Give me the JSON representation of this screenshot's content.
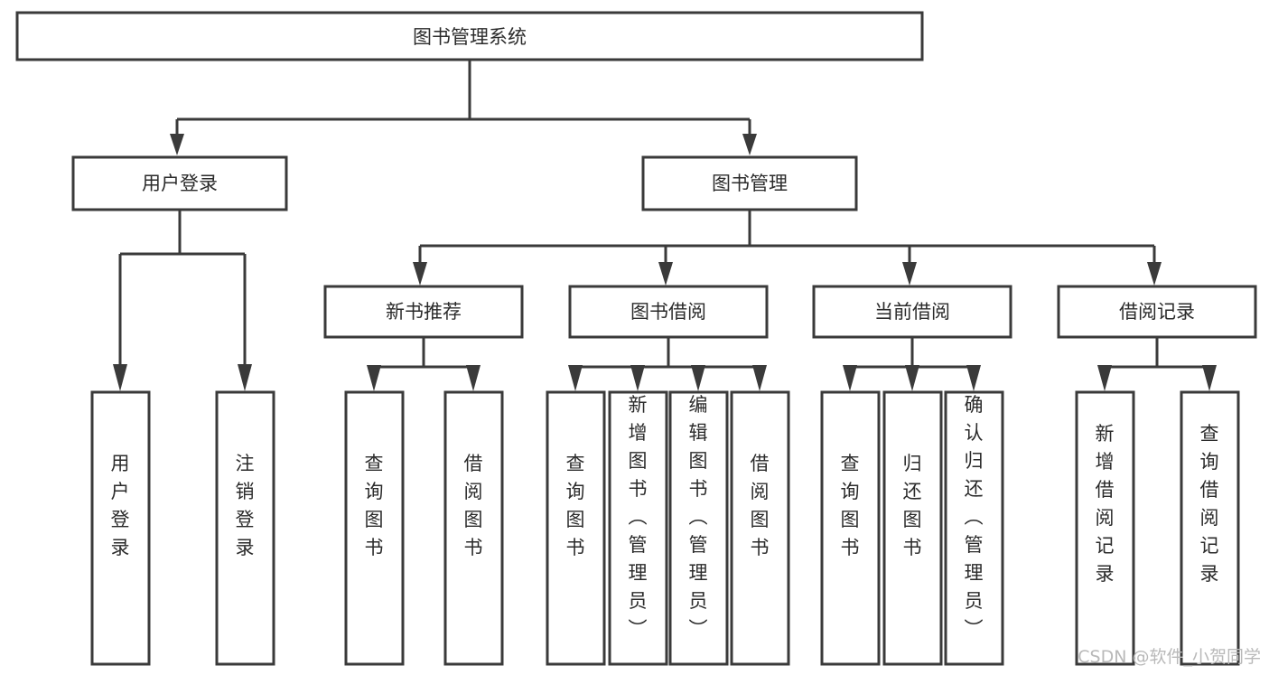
{
  "diagram": {
    "title": "图书管理系统",
    "type": "tree-hierarchy-chart",
    "root": {
      "id": "root",
      "label": "图书管理系统",
      "orientation": "horizontal"
    },
    "level2": [
      {
        "id": "user-login",
        "label": "用户登录",
        "orientation": "horizontal"
      },
      {
        "id": "book-management",
        "label": "图书管理",
        "orientation": "horizontal"
      }
    ],
    "level3": [
      {
        "id": "new-book-recommend",
        "label": "新书推荐",
        "orientation": "horizontal",
        "parent": "book-management"
      },
      {
        "id": "book-borrow",
        "label": "图书借阅",
        "orientation": "horizontal",
        "parent": "book-management"
      },
      {
        "id": "current-borrow",
        "label": "当前借阅",
        "orientation": "horizontal",
        "parent": "book-management"
      },
      {
        "id": "borrow-record",
        "label": "借阅记录",
        "orientation": "horizontal",
        "parent": "book-management"
      }
    ],
    "leaves": [
      {
        "id": "leaf-user-login",
        "label": "用户登录",
        "orientation": "vertical",
        "parent": "user-login"
      },
      {
        "id": "leaf-user-logout",
        "label": "注销登录",
        "orientation": "vertical",
        "parent": "user-login"
      },
      {
        "id": "leaf-query-book-1",
        "label": "查询图书",
        "orientation": "vertical",
        "parent": "new-book-recommend"
      },
      {
        "id": "leaf-borrow-book-1",
        "label": "借阅图书",
        "orientation": "vertical",
        "parent": "new-book-recommend"
      },
      {
        "id": "leaf-query-book-2",
        "label": "查询图书",
        "orientation": "vertical",
        "parent": "book-borrow"
      },
      {
        "id": "leaf-add-book",
        "label": "新增图书（管理员）",
        "orientation": "vertical",
        "parent": "book-borrow"
      },
      {
        "id": "leaf-edit-book",
        "label": "编辑图书（管理员）",
        "orientation": "vertical",
        "parent": "book-borrow"
      },
      {
        "id": "leaf-borrow-book-2",
        "label": "借阅图书",
        "orientation": "vertical",
        "parent": "book-borrow"
      },
      {
        "id": "leaf-query-book-3",
        "label": "查询图书",
        "orientation": "vertical",
        "parent": "current-borrow"
      },
      {
        "id": "leaf-return-book",
        "label": "归还图书",
        "orientation": "vertical",
        "parent": "current-borrow"
      },
      {
        "id": "leaf-confirm-return",
        "label": "确认归还（管理员）",
        "orientation": "vertical",
        "parent": "current-borrow"
      },
      {
        "id": "leaf-add-record",
        "label": "新增借阅记录",
        "orientation": "vertical",
        "parent": "borrow-record"
      },
      {
        "id": "leaf-query-record",
        "label": "查询借阅记录",
        "orientation": "vertical",
        "parent": "borrow-record"
      }
    ],
    "colors": {
      "background": "#ffffff",
      "box_fill": "#ffffff",
      "box_stroke": "#3a3a3a",
      "connector": "#3a3a3a",
      "text": "#2b2b2b",
      "watermark": "#b9b9b9"
    }
  },
  "watermark": {
    "text": "CSDN @软件_小贺同学"
  }
}
